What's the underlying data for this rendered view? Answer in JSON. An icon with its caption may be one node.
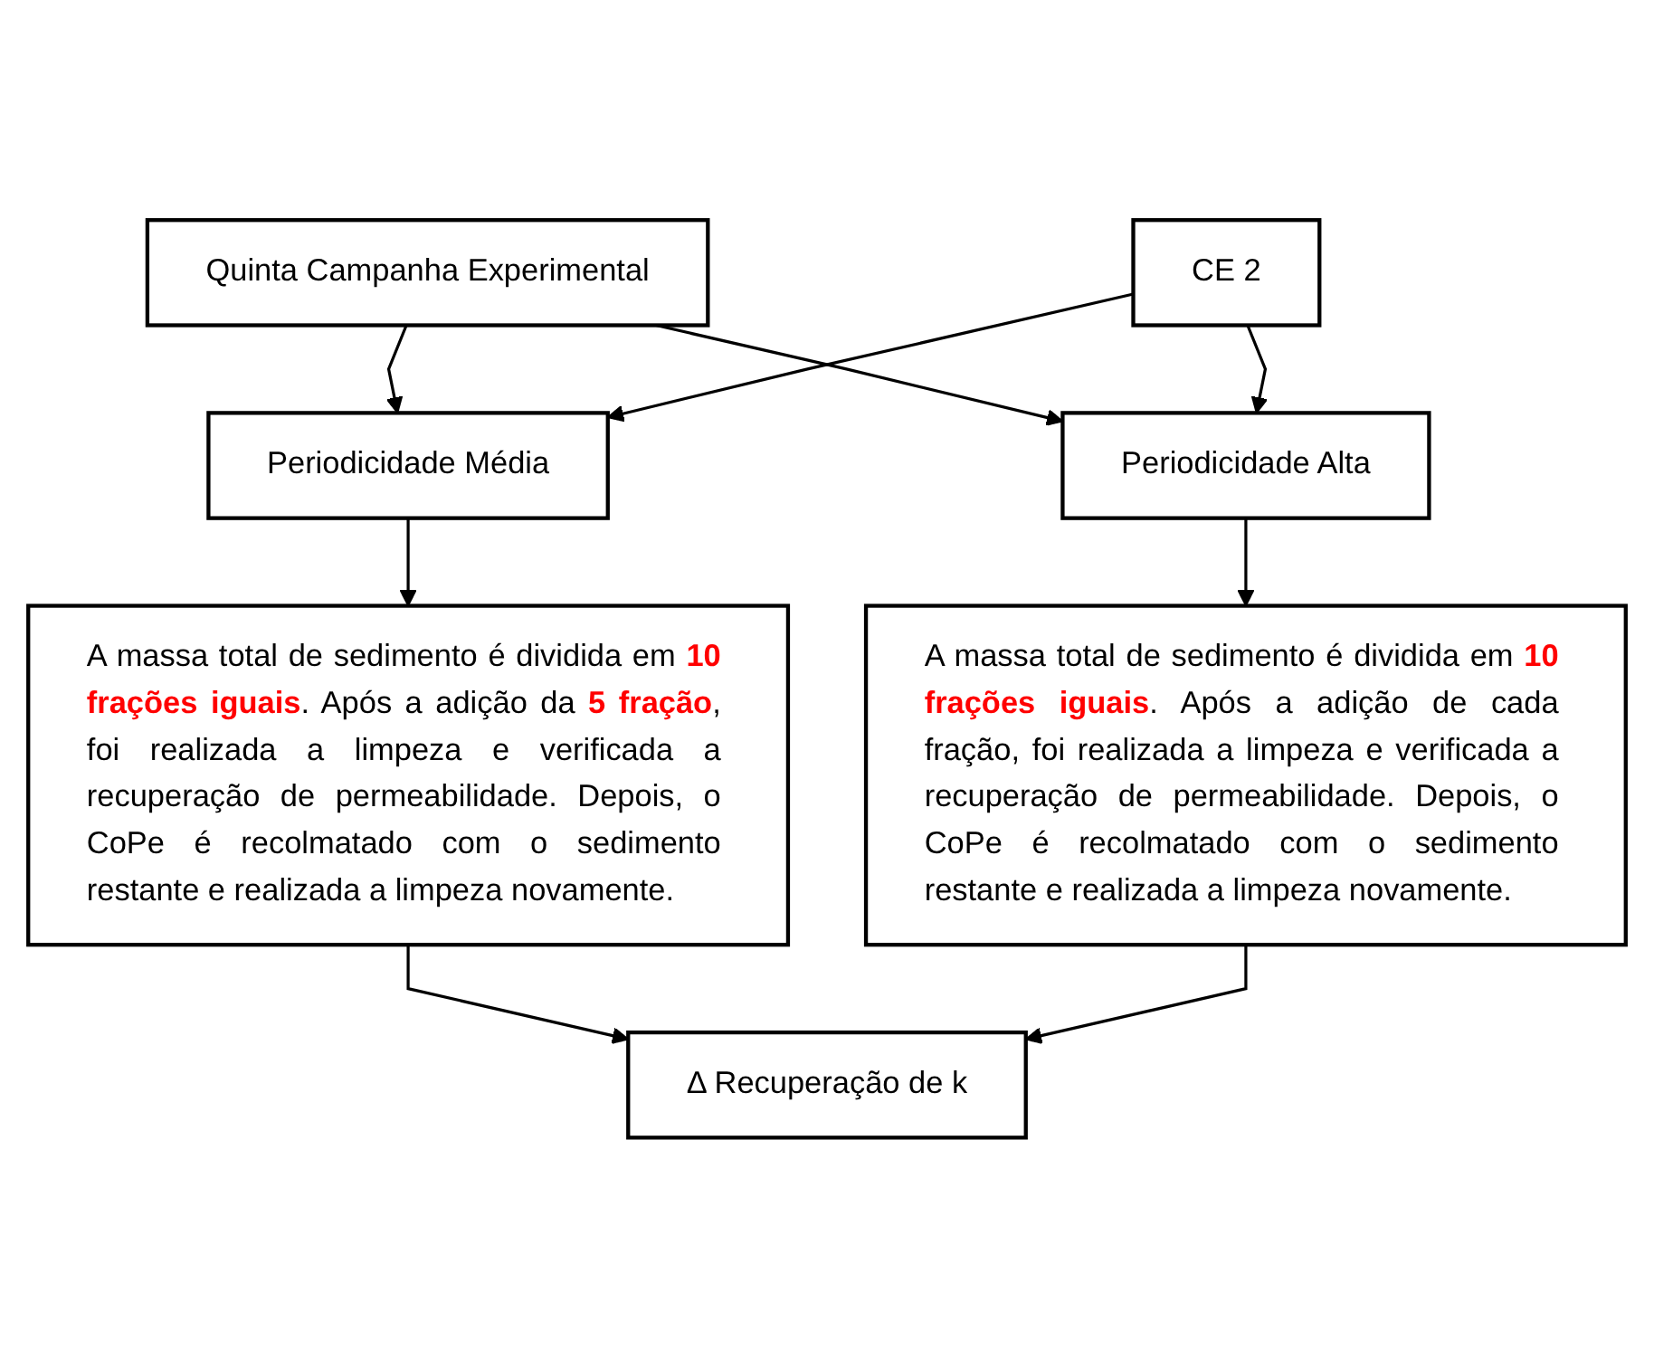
{
  "diagram": {
    "nodes": [
      {
        "text": [
          "Quinta Campanha Experimental"
        ]
      },
      {
        "text": [
          "CE 2"
        ]
      },
      {
        "text": [
          "Periodicidade Média"
        ]
      },
      {
        "text": [
          "Periodicidade Alta"
        ]
      },
      {
        "text": [
          "A massa total de sedimento é dividida em **10 frações iguais**. Após a adição da **5 fração**, foi realizada a limpeza e verificada a recuperação de permeabilidade. Depois, o CoPe é recolmatado com o sedimento restante e realizada a limpeza novamente."
        ]
      },
      {
        "text": [
          "A massa total de sedimento é dividida em **10 frações iguais**. Após a adição de cada fração, foi realizada a limpeza e verificada a recuperação de permeabilidade. Depois, o CoPe é recolmatado com o sedimento restante e realizada a limpeza novamente."
        ]
      },
      {
        "text": [
          "Δ Recuperação de k"
        ]
      }
    ],
    "edges": [
      {
        "from": 0,
        "to": 2,
        "arrow": "to"
      },
      {
        "from": 0,
        "to": 3,
        "arrow": "to"
      },
      {
        "from": 1,
        "to": 2,
        "arrow": "to"
      },
      {
        "from": 1,
        "to": 3,
        "arrow": "to"
      },
      {
        "from": 2,
        "to": 4,
        "arrow": "to"
      },
      {
        "from": 3,
        "to": 5,
        "arrow": "to"
      },
      {
        "from": 4,
        "to": 6,
        "arrow": "to"
      },
      {
        "from": 5,
        "to": 6,
        "arrow": "to"
      }
    ]
  }
}
